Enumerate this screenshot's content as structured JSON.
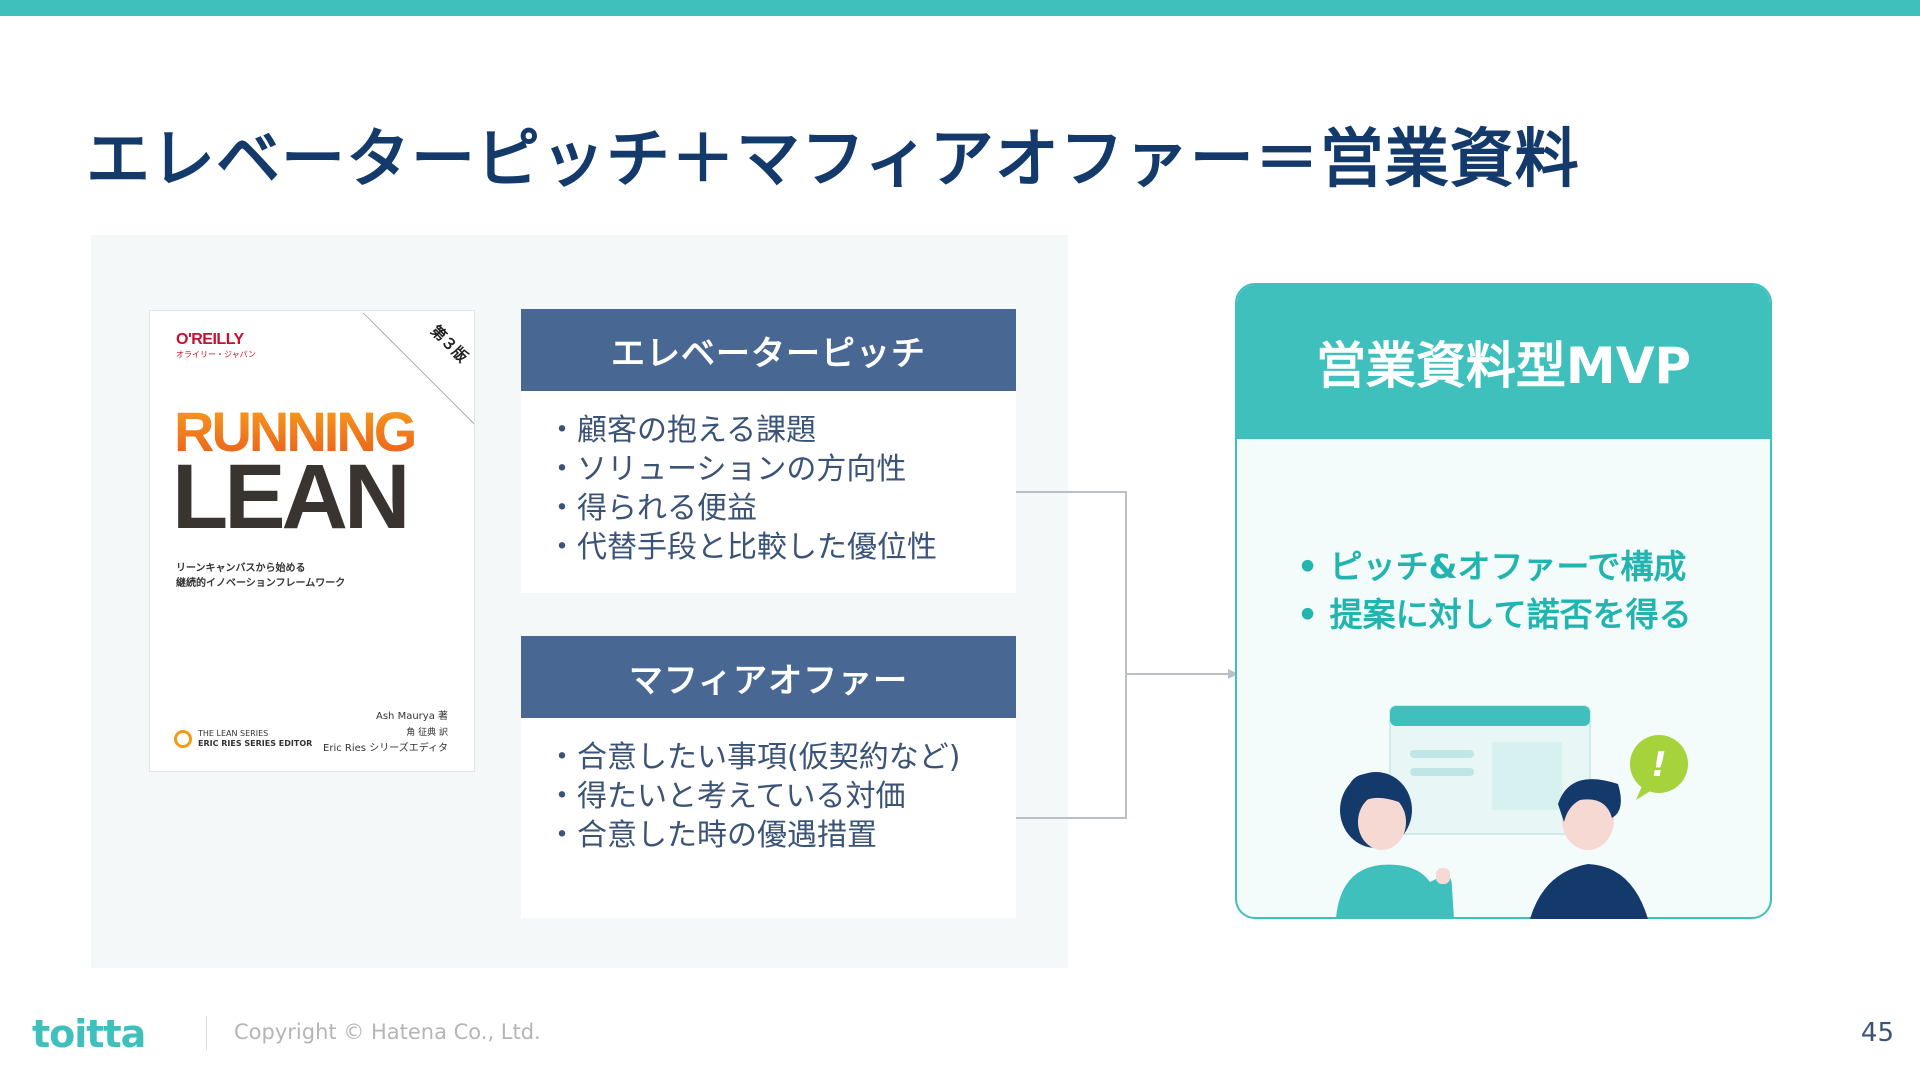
{
  "slide": {
    "title": "エレベーターピッチ＋マフィアオファー＝営業資料",
    "page_number": "45"
  },
  "book": {
    "publisher": "O'REILLY",
    "publisher_sub": "オライリー・ジャパン",
    "edition": "第３版",
    "title_line1": "RUNNING",
    "title_line2": "LEAN",
    "subtitle_line1": "リーンキャンバスから始める",
    "subtitle_line2": "継続的イノベーションフレームワーク",
    "series_line1": "THE LEAN SERIES",
    "series_line2": "ERIC RIES SERIES EDITOR",
    "author_line1": "Ash Maurya 著",
    "author_line2": "角 征典 訳",
    "author_line3": "Eric Ries シリーズエディタ"
  },
  "elevator_pitch": {
    "heading": "エレベーターピッチ",
    "items": [
      "顧客の抱える課題",
      "ソリューションの方向性",
      "得られる便益",
      "代替手段と比較した優位性"
    ]
  },
  "mafia_offer": {
    "heading": "マフィアオファー",
    "items": [
      "合意したい事項(仮契約など)",
      "得たいと考えている対価",
      "合意した時の優遇措置"
    ]
  },
  "mvp": {
    "heading": "営業資料型MVP",
    "items": [
      "ピッチ&オファーで構成",
      "提案に対して諾否を得る"
    ],
    "exclamation": "!"
  },
  "footer": {
    "logo": "toitta",
    "copyright": "Copyright © Hatena Co., Ltd."
  },
  "colors": {
    "accent": "#3fc0bd",
    "navy": "#143a6b",
    "box_header": "#486792"
  }
}
